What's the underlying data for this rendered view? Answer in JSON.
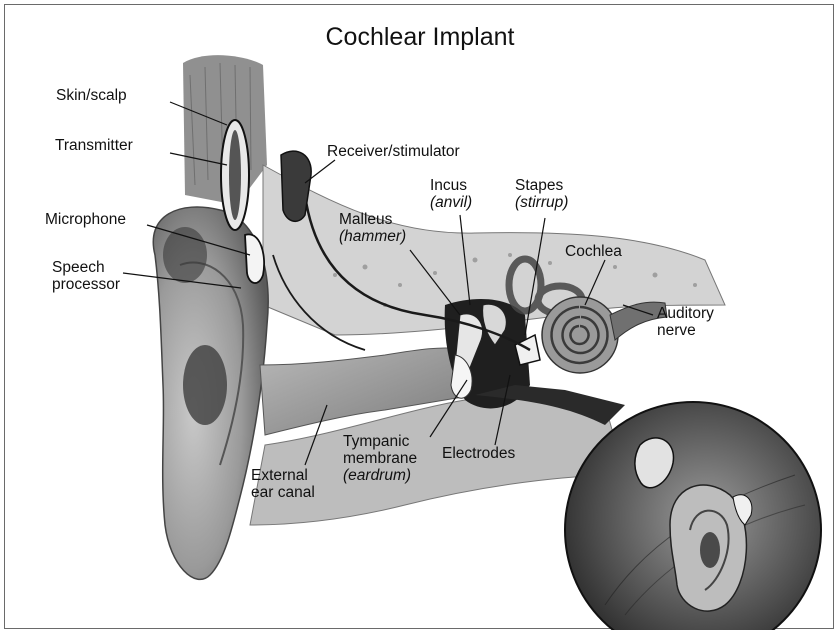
{
  "title": "Cochlear Implant",
  "labels": {
    "skin_scalp": "Skin/scalp",
    "transmitter": "Transmitter",
    "microphone": "Microphone",
    "speech_processor": [
      "Speech",
      "processor"
    ],
    "receiver_stimulator": "Receiver/stimulator",
    "incus": [
      "Incus",
      "(anvil)"
    ],
    "stapes": [
      "Stapes",
      "(stirrup)"
    ],
    "malleus": [
      "Malleus",
      "(hammer)"
    ],
    "cochlea": "Cochlea",
    "auditory_nerve": [
      "Auditory",
      "nerve"
    ],
    "tympanic_membrane": [
      "Tympanic",
      "membrane",
      "(eardrum)"
    ],
    "electrodes": "Electrodes",
    "external_ear_canal": [
      "External",
      "ear canal"
    ]
  },
  "colors": {
    "line": "#111111",
    "dark_fill": "#2a2a2a",
    "mid_fill": "#8e8e8e",
    "light_fill": "#c8c8c8"
  }
}
